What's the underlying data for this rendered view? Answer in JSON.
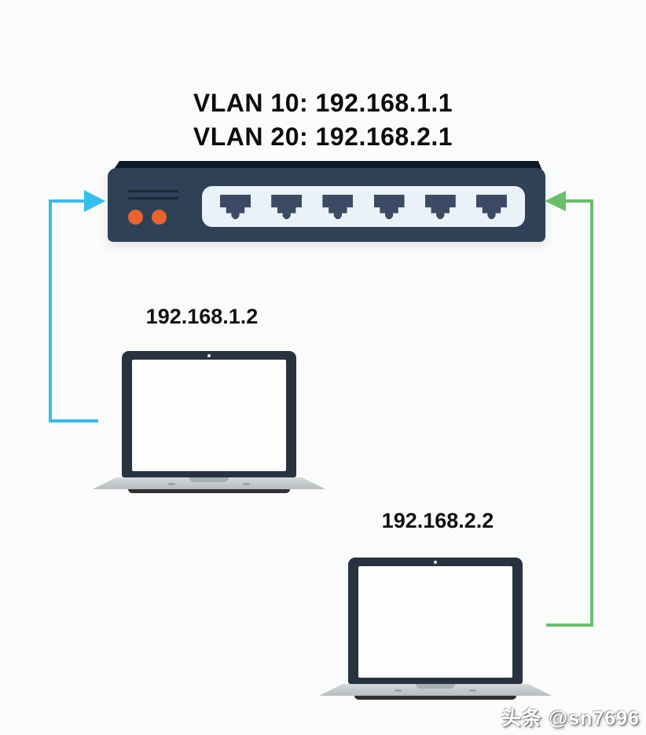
{
  "diagram": {
    "title_lines": [
      "VLAN 10:  192.168.1.1",
      "VLAN 20:  192.168.2.1"
    ],
    "switch": {
      "type": "ethernet-switch",
      "port_count": 6,
      "led_count": 2,
      "gateways": [
        {
          "vlan": "VLAN 10",
          "gateway_ip": "192.168.1.1"
        },
        {
          "vlan": "VLAN 20",
          "gateway_ip": "192.168.2.1"
        }
      ]
    },
    "hosts": [
      {
        "device": "laptop",
        "ip": "192.168.1.2",
        "vlan": "VLAN 10",
        "link_color": "#35bdec"
      },
      {
        "device": "laptop",
        "ip": "192.168.2.2",
        "vlan": "VLAN 20",
        "link_color": "#6abf6c"
      }
    ],
    "colors": {
      "vlan10_link": "#35bdec",
      "vlan20_link": "#6abf6c",
      "switch_body": "#2e4156",
      "switch_top_edge": "#0f1d2a",
      "switch_led": "#e8632e",
      "switch_port": "#3c4b63",
      "switch_port_panel": "#eaf2f9",
      "laptop_frame": "#293241",
      "laptop_base": "#c3c7c9",
      "background": "#fafbfb"
    }
  },
  "watermark": "头条 @sn7696"
}
